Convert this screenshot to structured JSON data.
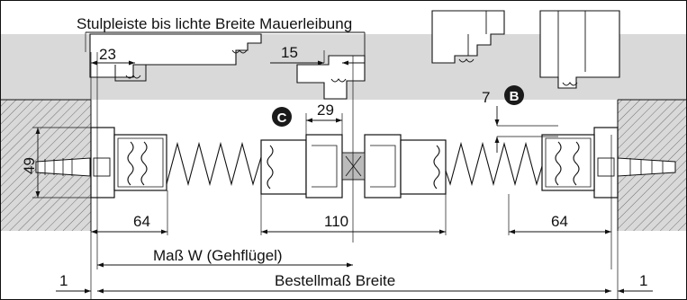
{
  "labels": {
    "title": "Stulpleiste bis lichte Breite Mauerleibung",
    "dim_23": "23",
    "dim_15": "15",
    "dim_29": "29",
    "dim_7": "7",
    "dim_49": "49",
    "dim_64_left": "64",
    "dim_110": "110",
    "dim_64_right": "64",
    "dim_mass_w": "Maß W (Gehflügel)",
    "dim_1_left": "1",
    "dim_bestellmass": "Bestellmaß Breite",
    "dim_1_right": "1",
    "badge_c": "C",
    "badge_b": "B"
  },
  "colors": {
    "wall_gray": "#d9d9d9",
    "hatch": "#555555",
    "line": "#111111",
    "badge_bg": "#1a1a1a"
  }
}
